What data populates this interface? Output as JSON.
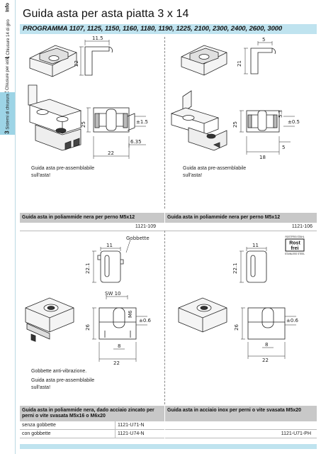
{
  "sidebar": {
    "info": "Info",
    "tab1_num": "1",
    "tab1_label": "Chiusure 14 di giro",
    "tab2_num": "2",
    "tab2_label": "Chiusure per aste",
    "tab3_num": "3",
    "tab3_label": "Sistemi di chiusura"
  },
  "header": {
    "title": "Guida asta per asta piatta 3 x 14",
    "program": "PROGRAMMA 1107, 1125, 1150, 1160, 1180, 1190, 1225, 2100, 2300, 2400, 2600, 3000"
  },
  "top_left": {
    "dims": [
      "11.5",
      "22",
      "25",
      "±1.5",
      "22",
      "6.35"
    ],
    "caption": "Guida asta pre-assemblabile sull'asta!"
  },
  "top_right": {
    "dims": [
      "5",
      "21",
      "25",
      "5.3",
      "±0.5",
      "18",
      "5"
    ],
    "caption": "Guida asta pre-assemblabile sull'asta!"
  },
  "table1": {
    "left_header": "Guida asta in poliammide nera per perno M5x12",
    "left_code": "1121-109",
    "right_header": "Guida asta in poliammide nera per perno M5x12",
    "right_code": "1121-106"
  },
  "bottom_left": {
    "callout": "Gobbette",
    "dims": [
      "11",
      "22.1",
      "SW 10",
      "M6",
      "26",
      "±0.6",
      "8",
      "22"
    ],
    "caption1": "Gobbette anti-vibrazione.",
    "caption2": "Guida asta pre-assemblabile sull'asta!"
  },
  "bottom_right": {
    "dims": [
      "11",
      "22.1",
      "26",
      "±0.6",
      "8",
      "22"
    ],
    "logo_top": "ROSTFREI STAHL",
    "logo_main1": "Rost",
    "logo_main2": "frei",
    "logo_bottom": "STAINLESS STEEL"
  },
  "table2": {
    "left_header": "Guida asta in poliammide nera, dado acciaio zincato per perni o vite svasata M5x16 o M6x20",
    "rows": [
      {
        "label": "senza gobbette",
        "code": "1121-U71-N"
      },
      {
        "label": "con gobbette",
        "code": "1121-U74-N"
      }
    ],
    "right_header": "Guida asta in acciaio inox per perni o vite svasata M5x20",
    "right_code": "1121-U71-PH"
  },
  "colors": {
    "accent_light": "#bfe3ef",
    "tab_active": "#9dd4e6",
    "table_header": "#c8c8c8"
  }
}
